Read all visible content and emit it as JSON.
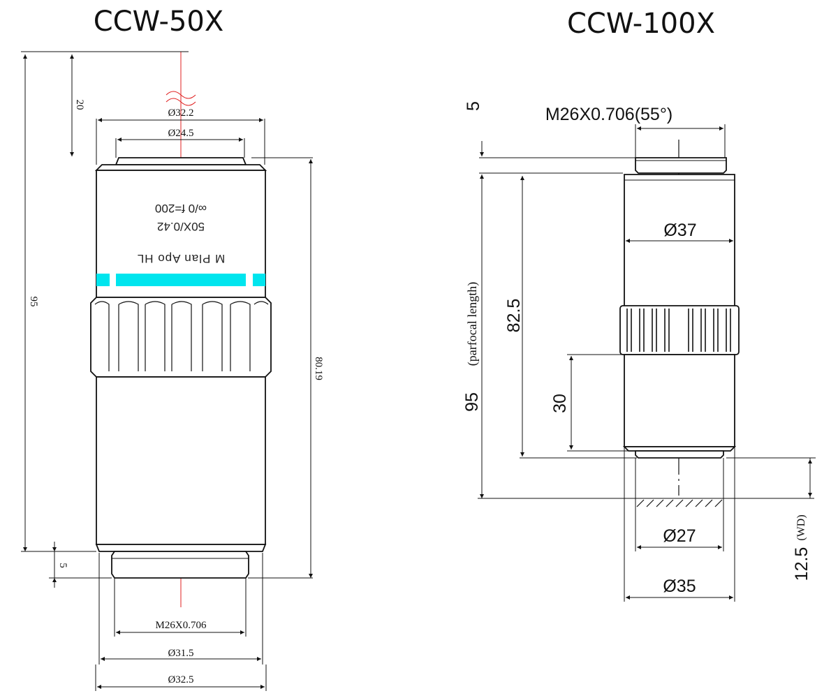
{
  "left": {
    "title": "CCW-50X",
    "dims": {
      "d32_2": "Ø32.2",
      "d24_5": "Ø24.5",
      "h20": "20",
      "h95": "95",
      "h80_19": "80.19",
      "h5": "5",
      "thread": "M26X0.706",
      "d31_5": "Ø31.5",
      "d32_5": "Ø32.5"
    },
    "engraving": {
      "line1": "M Plan Apo HL",
      "line2": "50X/0.42",
      "line3": "∞/0 f=200"
    },
    "accent_color": "#00e5ee",
    "axis_color": "#e02020"
  },
  "right": {
    "title": "CCW-100X",
    "dims": {
      "h5": "5",
      "thread": "M26X0.706(55°)",
      "d37": "Ø37",
      "h82_5": "82.5",
      "h95": "95",
      "parfocal": "(parfocal length)",
      "h30": "30",
      "d27": "Ø27",
      "d35": "Ø35",
      "wd": "12.5",
      "wd_label": "(WD)"
    }
  }
}
